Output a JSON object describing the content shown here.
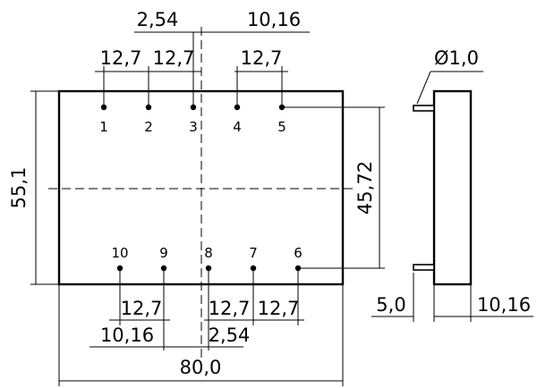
{
  "dimensions": {
    "top_pitch_a": "2,54",
    "top_offset": "10,16",
    "pitch_1_2": "12,7",
    "pitch_2_3": "12,7",
    "pitch_4_5": "12,7",
    "height": "55,1",
    "pin_span": "45,72",
    "pin_diameter": "Ø1,0",
    "bottom_pitch_10_9": "12,7",
    "bottom_pitch_8_7": "12,7",
    "bottom_pitch_7_6": "12,7",
    "bottom_offset": "10,16",
    "bottom_pitch_a": "2,54",
    "width": "80,0",
    "side_standoff": "5,0",
    "side_depth": "10,16"
  },
  "pins_top": [
    "1",
    "2",
    "3",
    "4",
    "5"
  ],
  "pins_bottom": [
    "10",
    "9",
    "8",
    "7",
    "6"
  ]
}
